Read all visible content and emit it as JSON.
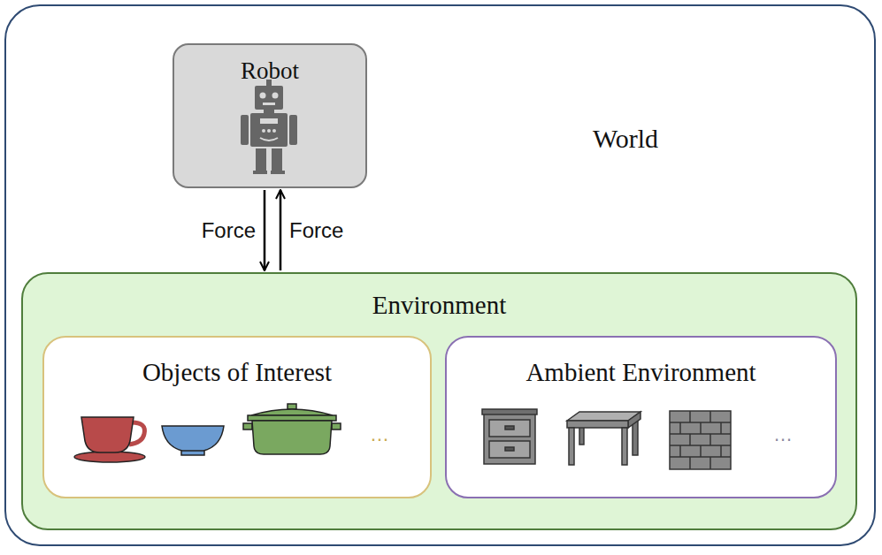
{
  "diagram": {
    "nodes": [
      {
        "text": [
          "World"
        ]
      },
      {
        "text": [
          "Robot"
        ],
        "in": 0
      },
      {
        "text": [
          "Environment"
        ],
        "in": 0
      },
      {
        "text": [
          "Objects of Interest"
        ],
        "in": 2
      },
      {
        "text": [
          "Ambient Environment"
        ],
        "in": 2
      }
    ],
    "edges": [
      {
        "from": 1,
        "to": 2,
        "label": "Force",
        "arrow": "to"
      },
      {
        "from": 2,
        "to": 1,
        "label": "Force",
        "arrow": "to"
      }
    ],
    "labels": [
      "…",
      "…"
    ]
  }
}
